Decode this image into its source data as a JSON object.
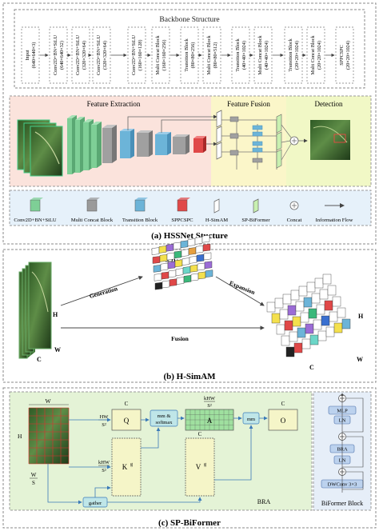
{
  "panel_a": {
    "backbone_title": "Backbone Structure",
    "backbone_blocks": [
      [
        "Input",
        "(640×640×3)"
      ],
      [
        "Conv2D+BN+SiLU",
        "(640×640×32)"
      ],
      [
        "Conv2D+BN+SiLU",
        "(320×320×64)"
      ],
      [
        "Conv2D+BN+SiLU",
        "(320×320×64)"
      ],
      [
        "Conv2D+BN+SiLU",
        "(160×160×128)"
      ],
      [
        "Multi Concat Block",
        "(160×160×256)"
      ],
      [
        "Transition Block",
        "(80×80×256)"
      ],
      [
        "Multi Concat Block",
        "(80×80×512)"
      ],
      [
        "Transition Block",
        "(40×40×1024)"
      ],
      [
        "Multi Concat Block",
        "(40×40×1024)"
      ],
      [
        "Transition Block",
        "(20×20×1024)"
      ],
      [
        "Multi Concat Block",
        "(20×20×1024)"
      ],
      [
        "SPPCSPC",
        "(20×20×1024)"
      ]
    ],
    "section_feature_extraction": "Feature Extraction",
    "section_feature_fusion": "Feature Fusion",
    "section_detection": "Detection",
    "legend": [
      {
        "label": "Conv2D+BN+SiLU",
        "color": "#7ecf96"
      },
      {
        "label": "Multi Concat Block",
        "color": "#9a9a9a"
      },
      {
        "label": "Transition Block",
        "color": "#6cb4d8"
      },
      {
        "label": "SPPCSPC",
        "color": "#e04848"
      },
      {
        "label": "H-SimAM",
        "color": "#ffffff"
      },
      {
        "label": "SP-BiFormer",
        "color": "#c8f0b0"
      },
      {
        "label": "Concat",
        "color": "#ffffff"
      },
      {
        "label": "Information Flow",
        "color": "#555555"
      }
    ],
    "caption": "(a) HSSNet Stucture"
  },
  "panel_b": {
    "weights_label": "3-D weights",
    "generation": "Generation",
    "expansion": "Expansion",
    "fusion": "Fusion",
    "h": "H",
    "w": "W",
    "c": "C",
    "caption": "(b) H-SimAM"
  },
  "panel_c": {
    "w": "W",
    "h": "H",
    "w_over_s": "W",
    "s": "S",
    "q": "Q",
    "k": "K",
    "k_sup": "g",
    "v": "V",
    "v_sup": "g",
    "a": "A",
    "o": "O",
    "c_top": "C",
    "c_v": "C",
    "c_o": "C",
    "hw": "HW",
    "s2": "S²",
    "khw": "kHW",
    "mm_softmax_1": "mm &",
    "mm_softmax_2": "softmax",
    "mm": "mm",
    "gather": "gather",
    "bra": "BRA",
    "block_items": [
      "MLP",
      "LN",
      "BRA",
      "LN",
      "DWConv 3×3"
    ],
    "block_title": "BiFormer Block",
    "caption": "(c) SP-BiFormer"
  }
}
